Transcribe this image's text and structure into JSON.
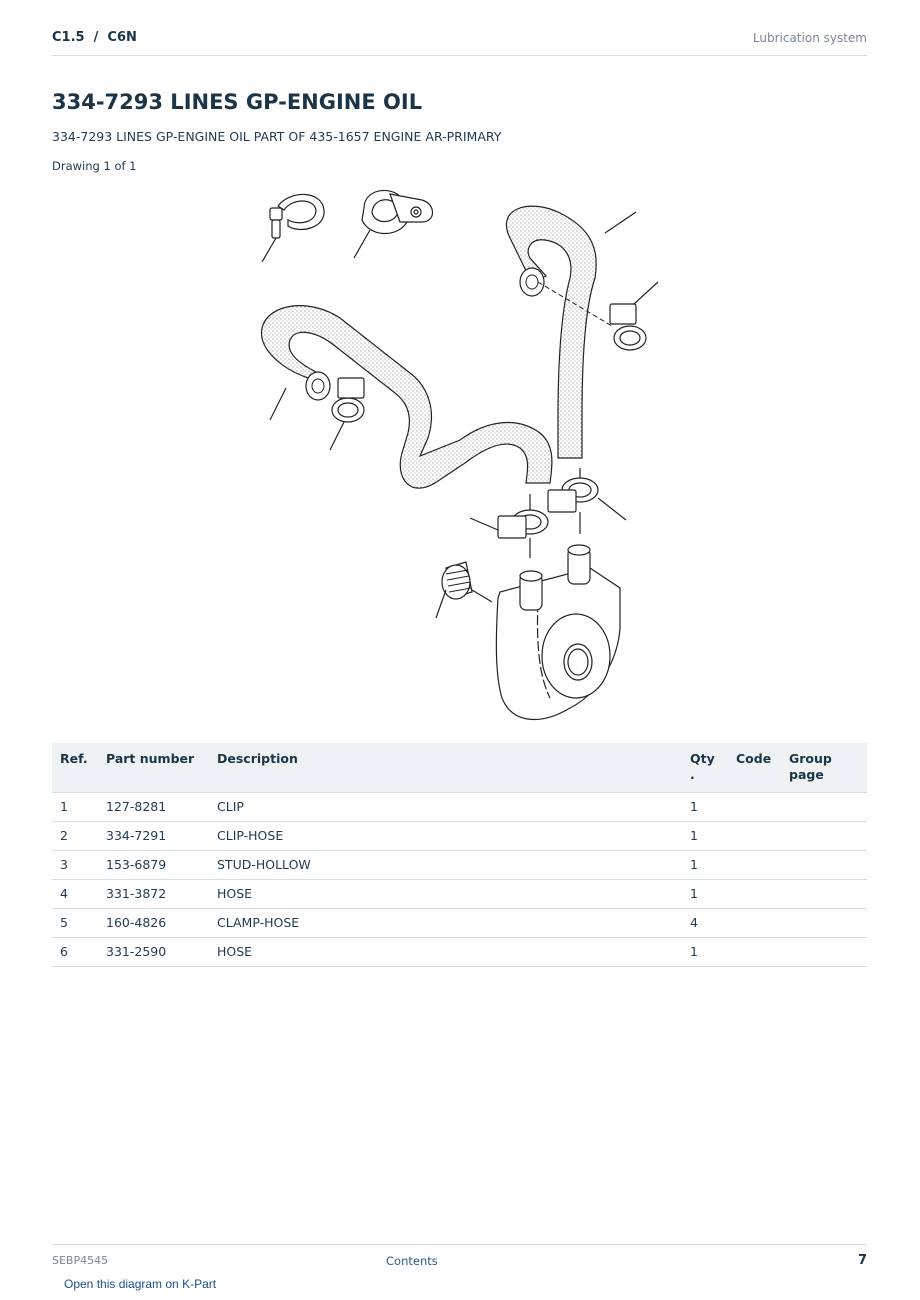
{
  "header": {
    "model": "C1.5  /  C6N",
    "section": "Lubrication system"
  },
  "title": "334-7293 LINES GP-ENGINE OIL",
  "subtitle": "334-7293 LINES GP-ENGINE OIL PART OF 435-1657 ENGINE AR-PRIMARY",
  "drawing_caption": "Drawing 1 of 1",
  "table": {
    "headers": {
      "ref": "Ref.",
      "part_number": "Part number",
      "description": "Description",
      "qty": "Qty\n.",
      "code": "Code",
      "group_page": "Group page"
    },
    "rows": [
      {
        "ref": "1",
        "part_number": "127-8281",
        "description": "CLIP",
        "qty": "1",
        "code": "",
        "group_page": ""
      },
      {
        "ref": "2",
        "part_number": "334-7291",
        "description": "CLIP-HOSE",
        "qty": "1",
        "code": "",
        "group_page": ""
      },
      {
        "ref": "3",
        "part_number": "153-6879",
        "description": "STUD-HOLLOW",
        "qty": "1",
        "code": "",
        "group_page": ""
      },
      {
        "ref": "4",
        "part_number": "331-3872",
        "description": "HOSE",
        "qty": "1",
        "code": "",
        "group_page": ""
      },
      {
        "ref": "5",
        "part_number": "160-4826",
        "description": "CLAMP-HOSE",
        "qty": "4",
        "code": "",
        "group_page": ""
      },
      {
        "ref": "6",
        "part_number": "331-2590",
        "description": "HOSE",
        "qty": "1",
        "code": "",
        "group_page": ""
      }
    ]
  },
  "footer": {
    "doc_id": "SEBP4545",
    "contents_link": "Contents",
    "page_number": "7"
  },
  "kpart_link": "Open this diagram on K-Part"
}
